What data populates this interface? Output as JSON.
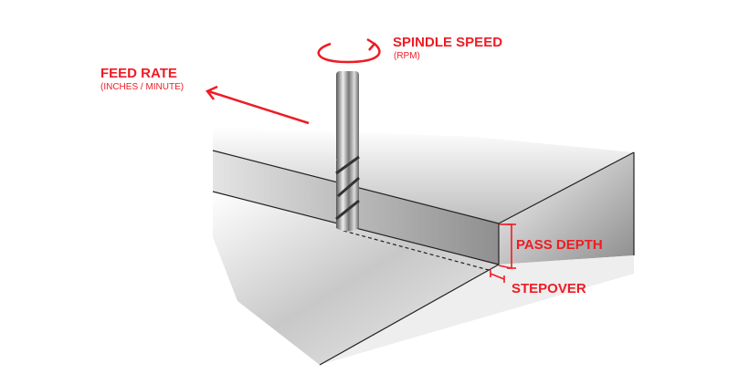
{
  "labels": {
    "spindle_speed": "SPINDLE SPEED",
    "spindle_speed_unit": "(RPM)",
    "feed_rate": "FEED RATE",
    "feed_rate_unit": "(INCHES / MINUTE)",
    "pass_depth": "PASS DEPTH",
    "stepover": "STEPOVER"
  },
  "colors": {
    "accent": "#ee1c24",
    "edge": "#222222"
  }
}
